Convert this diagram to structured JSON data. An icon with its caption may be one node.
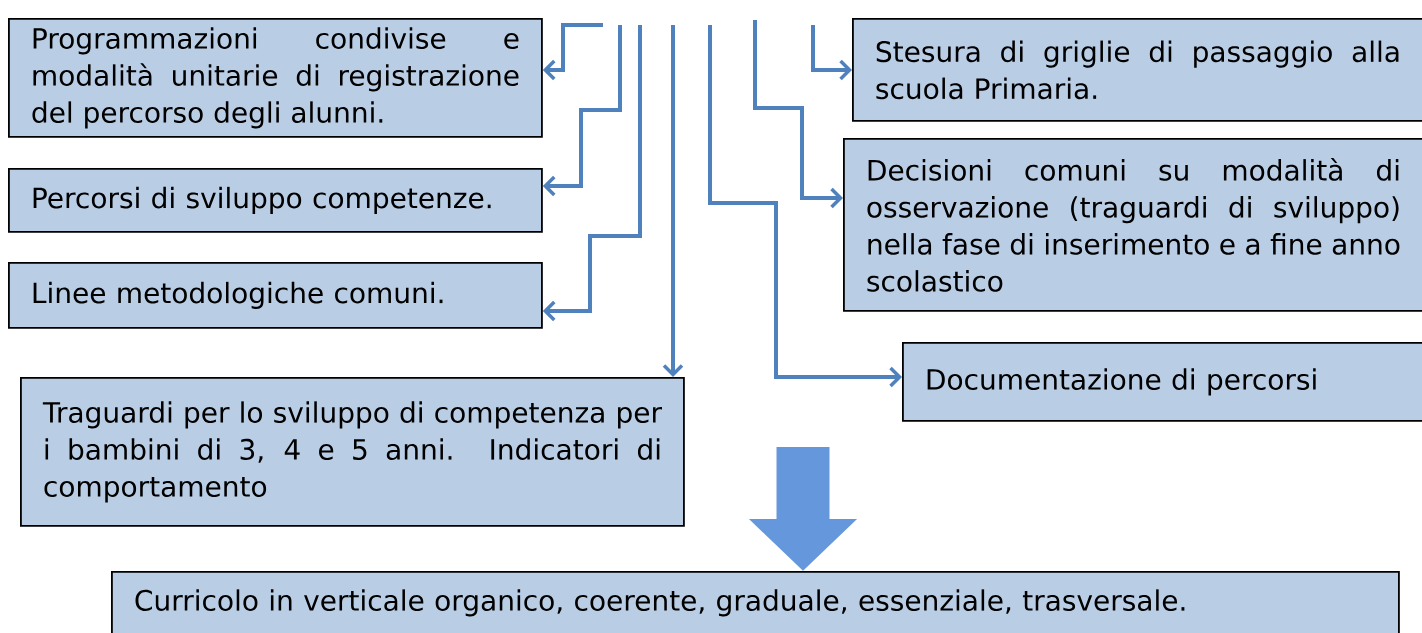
{
  "diagram": {
    "nodes": [
      {
        "text": [
          "Programmazioni condivise e modalità unitarie di registrazione del percorso degli alunni."
        ]
      },
      {
        "text": [
          "Percorsi di sviluppo competenze."
        ]
      },
      {
        "text": [
          "Linee metodologiche comuni."
        ]
      },
      {
        "text": [
          "Traguardi per lo sviluppo di competenza per i bambini di 3, 4 e 5 anni. Indicatori di comportamento"
        ]
      },
      {
        "text": [
          "Stesura di griglie di passaggio alla scuola Primaria."
        ]
      },
      {
        "text": [
          "Decisioni comuni su modalità di osservazione (traguardi di sviluppo) nella fase di inserimento e a fine anno scolastico"
        ]
      },
      {
        "text": [
          "Documentazione di percorsi"
        ]
      },
      {
        "text": [
          "Curricolo in verticale organico, coerente, graduale, essenziale, trasversale."
        ]
      }
    ],
    "edges": [
      {
        "from": null,
        "to": 0,
        "arrow": "to"
      },
      {
        "from": null,
        "to": 1,
        "arrow": "to"
      },
      {
        "from": null,
        "to": 2,
        "arrow": "to"
      },
      {
        "from": null,
        "to": 3,
        "arrow": "to"
      },
      {
        "from": null,
        "to": 6,
        "arrow": "to"
      },
      {
        "from": null,
        "to": 5,
        "arrow": "to"
      },
      {
        "from": null,
        "to": 4,
        "arrow": "to"
      },
      {
        "from": null,
        "to": 7,
        "arrow": "to",
        "style": "thick"
      }
    ]
  }
}
